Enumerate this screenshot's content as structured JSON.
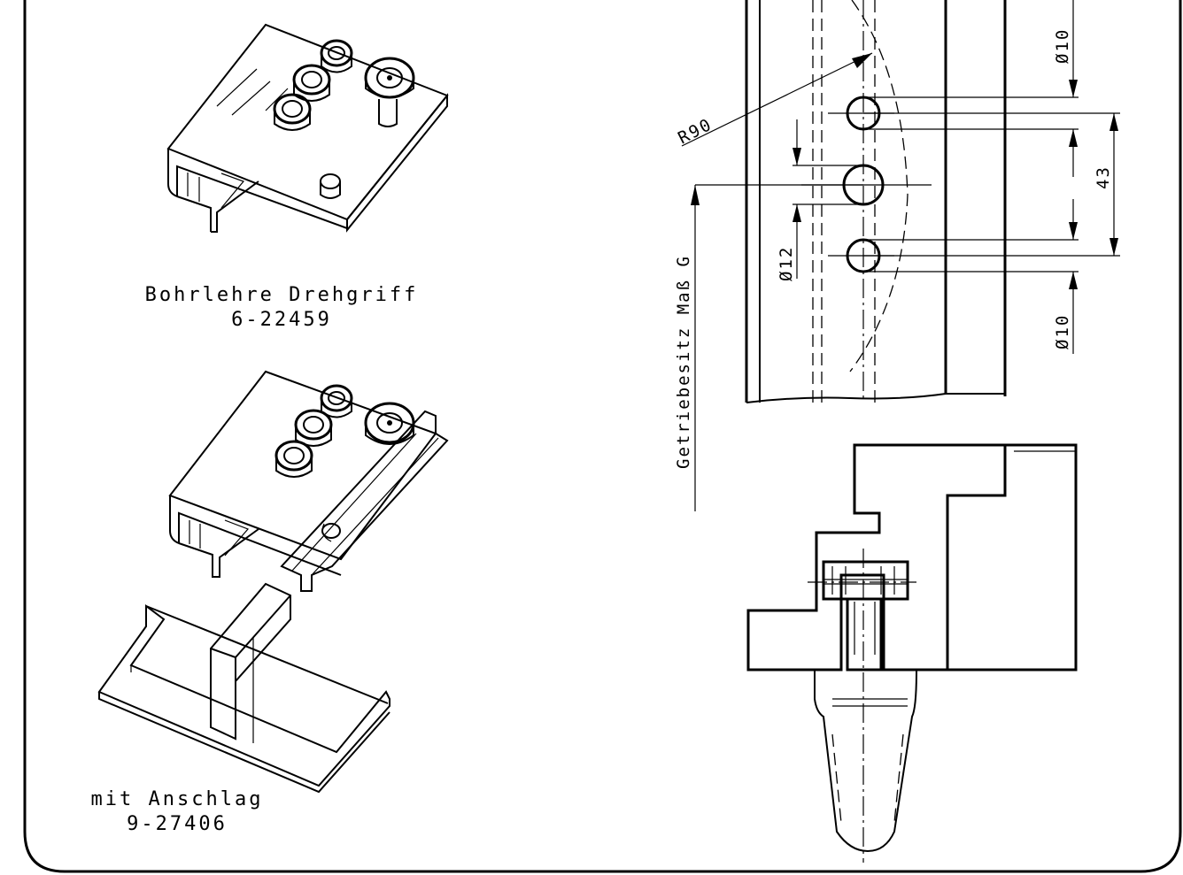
{
  "drawing": {
    "part1": {
      "name": "Bohrlehre Drehgriff",
      "number": "6-22459"
    },
    "part2": {
      "name": "mit Anschlag",
      "number": "9-27406"
    },
    "dimensions": {
      "radius": "R90",
      "dia_top": "Ø10",
      "dia_bottom": "Ø10",
      "dia_middle": "Ø12",
      "spacing": "43",
      "vertical_label": "Getriebesitz Maß G"
    },
    "colors": {
      "line": "#000000",
      "paper": "#ffffff"
    }
  }
}
